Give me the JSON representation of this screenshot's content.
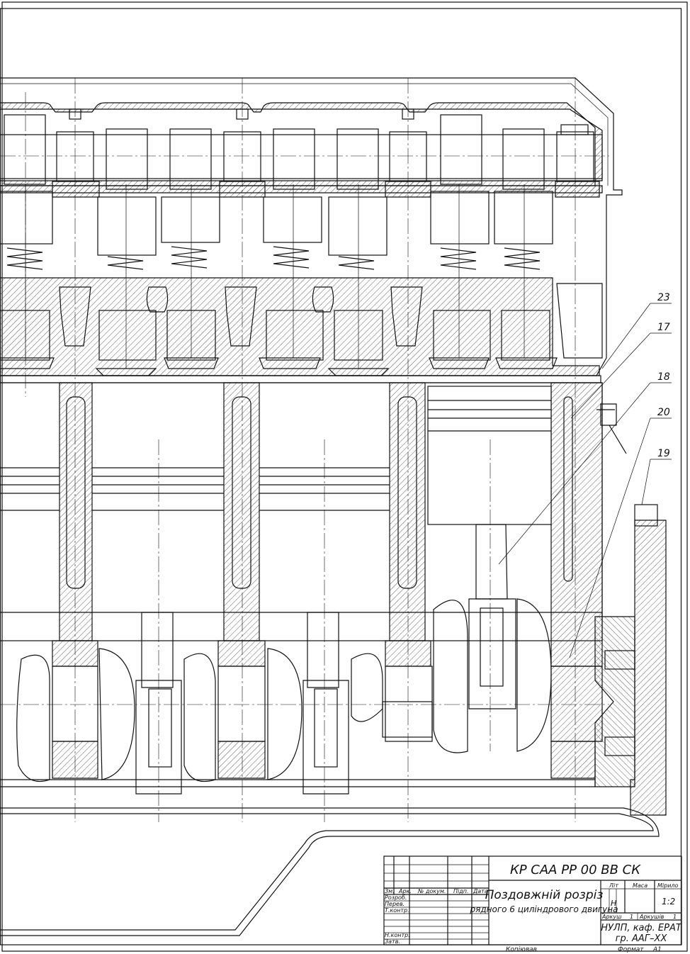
{
  "drawing": {
    "view": "longitudinal section, inline 6-cylinder engine (partial)",
    "leaders": [
      {
        "number": "23"
      },
      {
        "number": "17"
      },
      {
        "number": "18"
      },
      {
        "number": "20"
      },
      {
        "number": "19"
      }
    ]
  },
  "title_block": {
    "designation": "КР САА РР 00 ВВ СК",
    "title_line1": "Поздовжній розріз",
    "title_line2": "рядного 6 циліндрового двигуна",
    "col_headers": {
      "change": "Зм.",
      "sheet": "Арк.",
      "doc_no": "№ докум.",
      "sign": "Підп.",
      "date": "Дата"
    },
    "roles": {
      "developed": "Розроб.",
      "checked": "Перев.",
      "tech_control": "Т.контр.",
      "norm_control": "Н.контр.",
      "approved": "Затв."
    },
    "labels": {
      "lit": "Літ",
      "mass": "Маса",
      "scale": "Мірило",
      "sheet": "Аркуш",
      "sheets": "Аркушів"
    },
    "lit_value": "Н",
    "scale_value": "1:2",
    "sheet_value": "1",
    "sheets_value": "1",
    "organization_line1": "НУЛП, каф. ЕРАТ",
    "organization_line2": "гр. ААГ–ХХ",
    "copied": "Копіював",
    "format_label": "Формат",
    "format_value": "А1"
  }
}
